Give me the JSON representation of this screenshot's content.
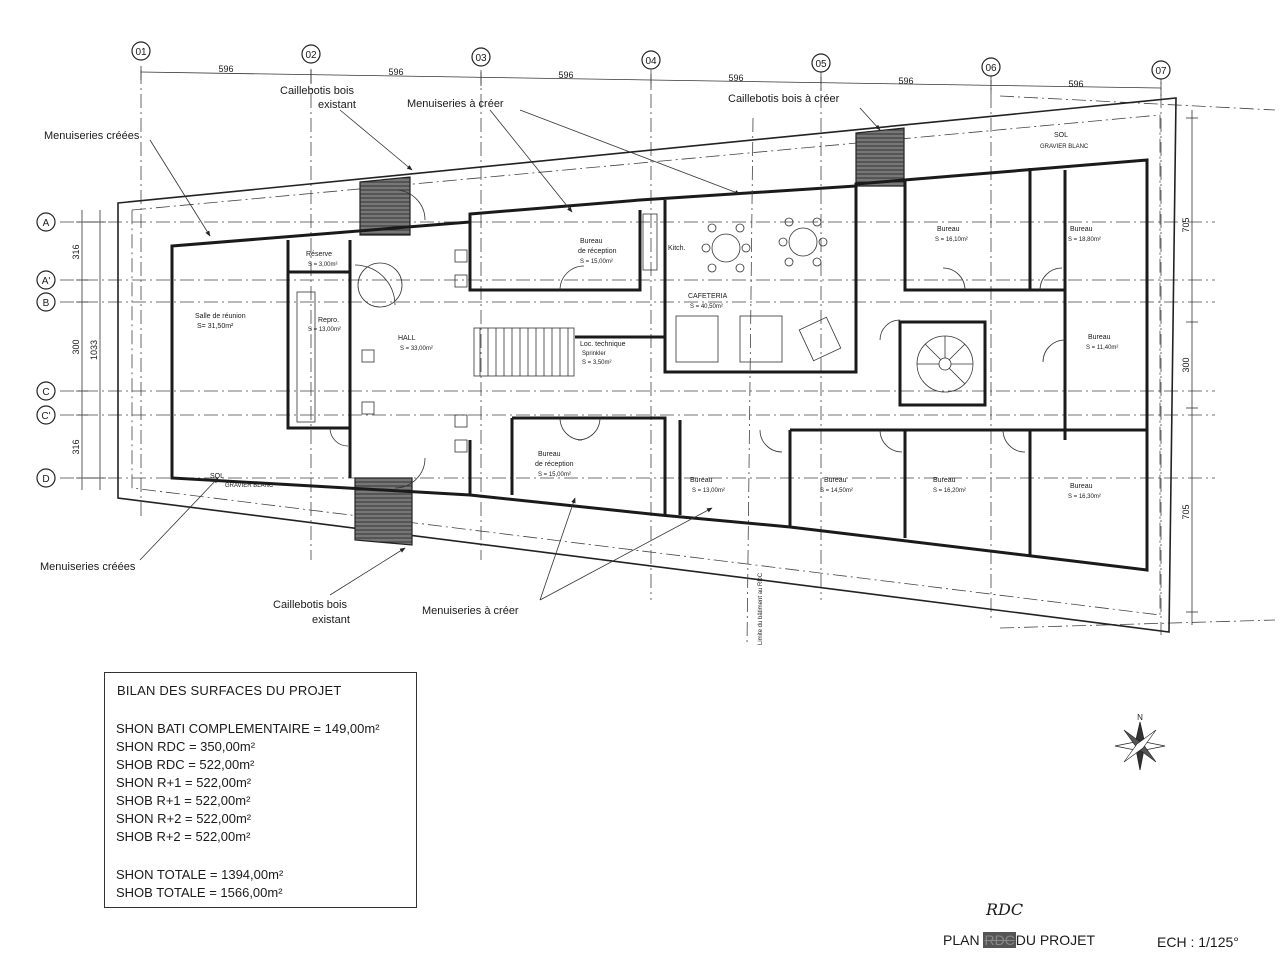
{
  "grid": {
    "columns": [
      "01",
      "02",
      "03",
      "04",
      "05",
      "06",
      "07"
    ],
    "column_spacing": [
      "596",
      "596",
      "596",
      "596",
      "596",
      "596"
    ],
    "rows": [
      "A",
      "A'",
      "B",
      "C",
      "C'",
      "D"
    ],
    "left_dims": [
      "316",
      "300",
      "1033",
      "316"
    ],
    "right_dims": [
      "705",
      "300",
      "705"
    ]
  },
  "callouts": {
    "menuiseries_creees_top": "Menuiseries créées",
    "menuiseries_creees_bottom": "Menuiseries créées",
    "caillebotis_top_l1": "Caillebotis bois",
    "caillebotis_top_l2": "existant",
    "menuiseries_a_creer_top": "Menuiseries à créer",
    "caillebotis_top_right": "Caillebotis bois à créer",
    "caillebotis_bottom_l1": "Caillebotis bois",
    "caillebotis_bottom_l2": "existant",
    "menuiseries_a_creer_bottom": "Menuiseries à créer",
    "limite": "Limite du bâtiment au RDC"
  },
  "rooms": {
    "sol_top_l1": "SOL",
    "sol_top_l2": "GRAVIER BLANC",
    "sol_bottom_l1": "SOL",
    "sol_bottom_l2": "GRAVIER BLANC",
    "salle_l1": "Salle de réunion",
    "salle_l2": "S= 31,50m²",
    "reserve_l1": "Réserve",
    "reserve_l2": "S = 3,00m²",
    "repro_l1": "Repro.",
    "repro_l2": "S = 13,00m²",
    "hall_l1": "HALL",
    "hall_l2": "S = 33,00m²",
    "bureau_rec_top_l1": "Bureau",
    "bureau_rec_top_l2": "de réception",
    "bureau_rec_top_l3": "S = 15,00m²",
    "kitch": "Kitch.",
    "cafeteria_l1": "CAFETERIA",
    "cafeteria_l2": "S = 40,50m²",
    "loc_tech_l1": "Loc. technique",
    "loc_tech_l2": "Sprinkler",
    "loc_tech_l3": "S = 3,50m²",
    "bureau_rec_bot_l1": "Bureau",
    "bureau_rec_bot_l2": "de réception",
    "bureau_rec_bot_l3": "S = 15,00m²",
    "bureau_13_l1": "Bureau",
    "bureau_13_l2": "S = 13,00m²",
    "bureau_145_l1": "Bureau",
    "bureau_145_l2": "S = 14,50m²",
    "bureau_162_l1": "Bureau",
    "bureau_162_l2": "S = 16,20m²",
    "bureau_163_l1": "Bureau",
    "bureau_163_l2": "S = 16,30m²",
    "bureau_161_l1": "Bureau",
    "bureau_161_l2": "S = 16,10m²",
    "bureau_188_l1": "Bureau",
    "bureau_188_l2": "S = 18,80m²",
    "bureau_114_l1": "Bureau",
    "bureau_114_l2": "S = 11,40m²"
  },
  "surfaces": {
    "title": "BILAN DES SURFACES DU PROJET",
    "lines": [
      "SHON BATI COMPLEMENTAIRE = 149,00m²",
      "SHON RDC = 350,00m²",
      "SHOB RDC = 522,00m²",
      "SHON R+1 = 522,00m²",
      "SHOB R+1 = 522,00m²",
      "SHON R+2 = 522,00m²",
      "SHOB R+2 = 522,00m²"
    ],
    "totals": [
      "SHON TOTALE = 1394,00m²",
      "SHOB TOTALE = 1566,00m²"
    ]
  },
  "footer": {
    "handwritten": "RDC",
    "plan_prefix": "PLAN",
    "plan_struck": "RDC",
    "plan_suffix": "DU PROJET",
    "scale": "ECH : 1/125°"
  },
  "north_label": "N"
}
